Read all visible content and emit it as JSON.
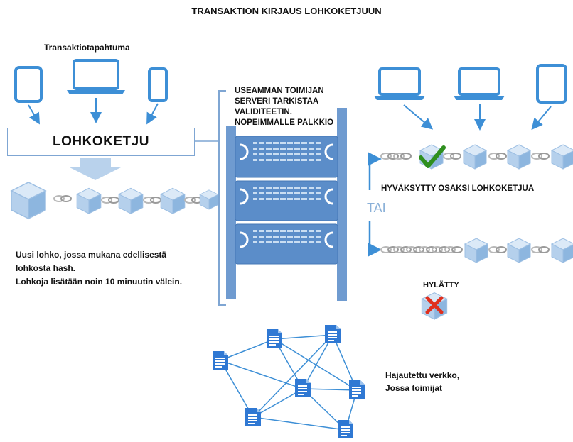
{
  "title": "TRANSAKTION KIRJAUS  LOHKOKETJUUN",
  "transaction_label": "Transaktiotapahtuma",
  "chain_box_label": "LOHKOKETJU",
  "server_text": [
    "USEAMMAN TOIMIJAN",
    "SERVERI TARKISTAA",
    "VALIDITEETIN.",
    "NOPEIMMALLE PALKKIO"
  ],
  "accepted_label": "HYVÄKSYTTY OSAKSI LOHKOKETJUA",
  "or_label": "TAI",
  "rejected_label": "HYLÄTTY",
  "description": [
    "Uusi lohko, jossa mukana edellisestä",
    "lohkosta hash.",
    "Lohkoja lisätään noin 10 minuutin välein."
  ],
  "network_text": [
    "Hajautettu verkko,",
    "Jossa toimijat"
  ],
  "colors": {
    "device": "#3d8fd6",
    "block": "#a9c8e8",
    "server": "#5b8dc9",
    "check": "#2f8f1f",
    "cross": "#e0301e",
    "box_border": "#7fa6d3"
  }
}
